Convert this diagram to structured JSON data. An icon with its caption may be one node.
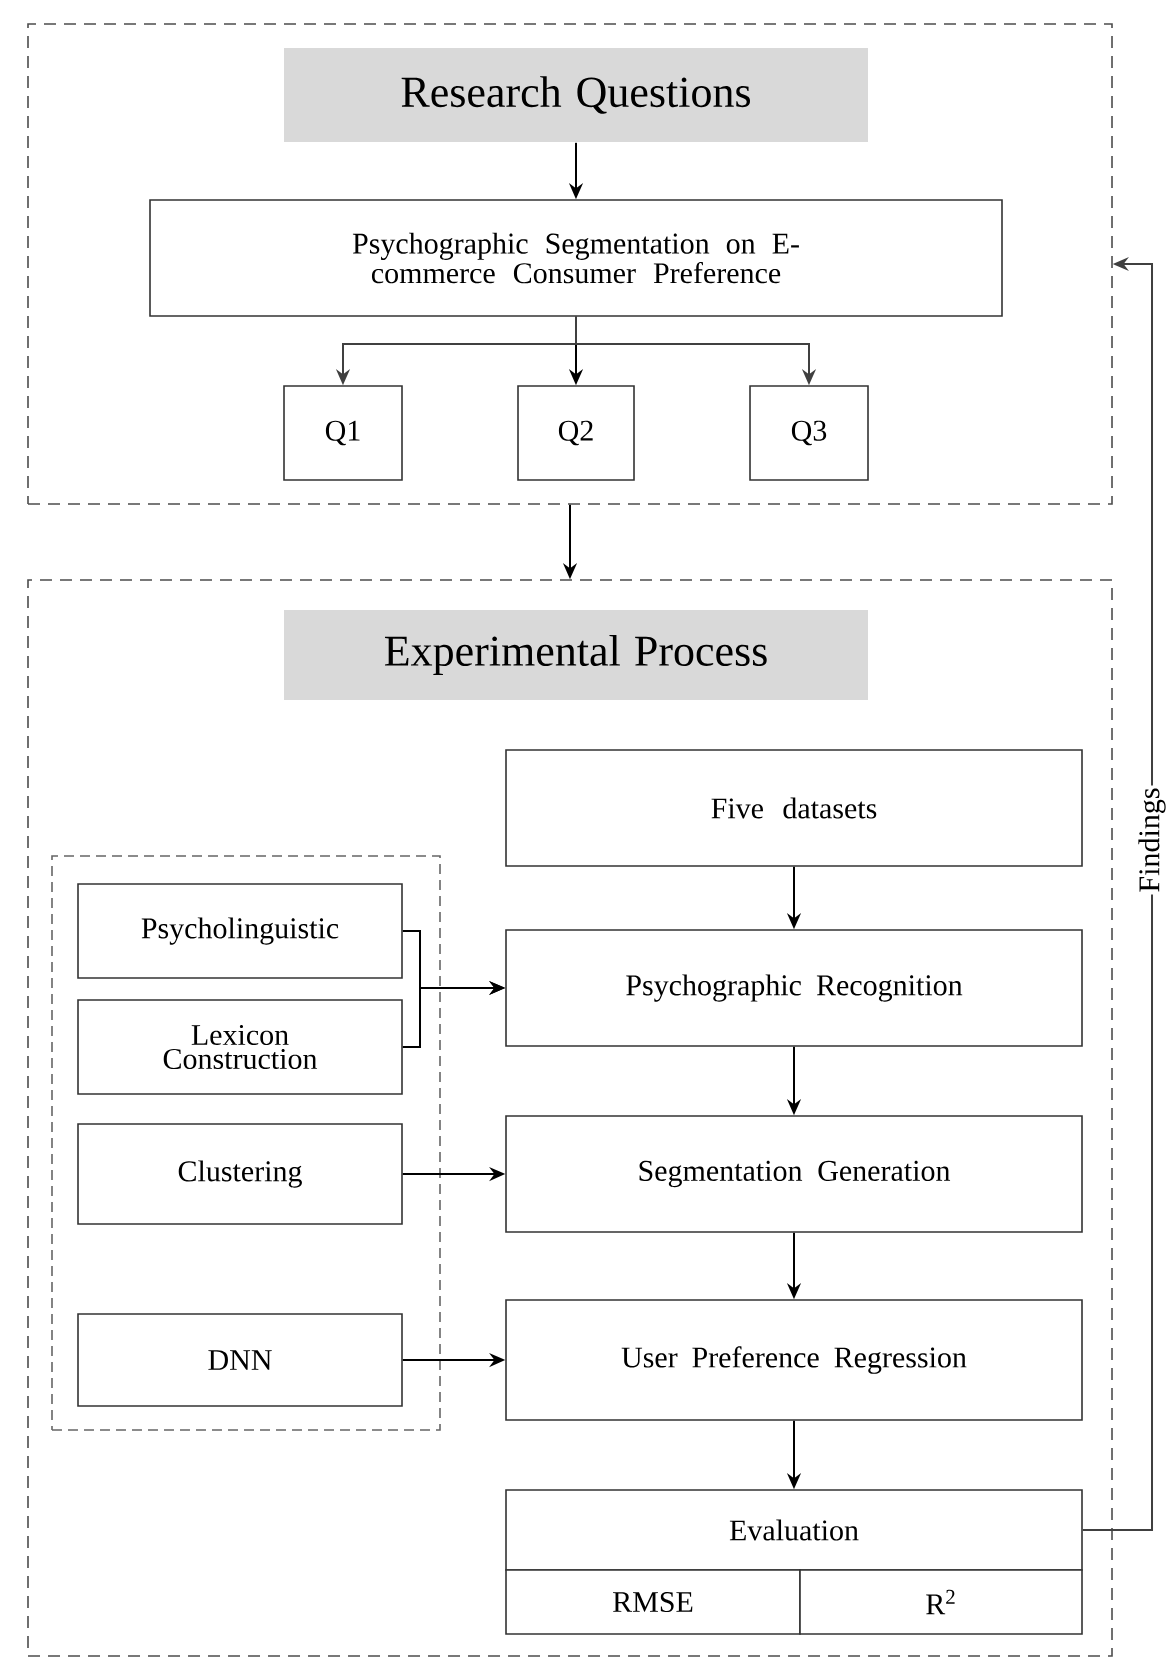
{
  "diagram": {
    "nodes": [
      {
        "text": [],
        "shape": "box"
      },
      {
        "text": [
          "Research Questions"
        ],
        "in": 0
      },
      {
        "text": [
          "Psychographic Segmentation on E-commerce Consumer Preference"
        ],
        "in": 0
      },
      {
        "text": [
          "Q1"
        ],
        "in": 0
      },
      {
        "text": [
          "Q2"
        ],
        "in": 0
      },
      {
        "text": [
          "Q3"
        ],
        "in": 0
      },
      {
        "text": [],
        "shape": "box"
      },
      {
        "text": [
          "Experimental Process"
        ],
        "in": 6
      },
      {
        "text": [],
        "shape": "box",
        "in": 6
      },
      {
        "text": [
          "Psycholinguistic"
        ],
        "in": 8
      },
      {
        "text": [
          "Lexicon Construction"
        ],
        "in": 8
      },
      {
        "text": [
          "Clustering"
        ],
        "in": 8
      },
      {
        "text": [
          "DNN"
        ],
        "in": 8
      },
      {
        "text": [
          "Five datasets"
        ],
        "in": 6
      },
      {
        "text": [
          "Psychographic Recognition"
        ],
        "in": 6
      },
      {
        "text": [
          "Segmentation Generation"
        ],
        "in": 6
      },
      {
        "text": [
          "User Preference Regression"
        ],
        "in": 6
      },
      {
        "text": [
          "Evaluation"
        ],
        "in": 6
      },
      {
        "text": [
          "RMSE"
        ],
        "in": 6
      },
      {
        "text": [
          "R$^{2}$"
        ],
        "in": 6
      }
    ],
    "edges": [
      {
        "from": 1,
        "to": 2,
        "arrow": "to"
      },
      {
        "from": 2,
        "to": 3,
        "arrow": "to",
        "color": "#404040"
      },
      {
        "from": 2,
        "to": 4,
        "arrow": "to"
      },
      {
        "from": 2,
        "to": 5,
        "arrow": "to",
        "color": "#404040"
      },
      {
        "from": 0,
        "to": 6,
        "arrow": "to"
      },
      {
        "from": 9,
        "to": 14,
        "arrow": "to"
      },
      {
        "from": 10,
        "to": 14,
        "arrow": "to"
      },
      {
        "from": 11,
        "to": 15,
        "arrow": "to"
      },
      {
        "from": 12,
        "to": 16,
        "arrow": "to"
      },
      {
        "from": 13,
        "to": 14,
        "arrow": "to"
      },
      {
        "from": 14,
        "to": 15,
        "arrow": "to"
      },
      {
        "from": 15,
        "to": 16,
        "arrow": "to"
      },
      {
        "from": 16,
        "to": 17,
        "arrow": "to"
      },
      {
        "from": 17,
        "to": 0,
        "arrow": "to",
        "label": "Findings",
        "color": "#404040"
      }
    ]
  }
}
